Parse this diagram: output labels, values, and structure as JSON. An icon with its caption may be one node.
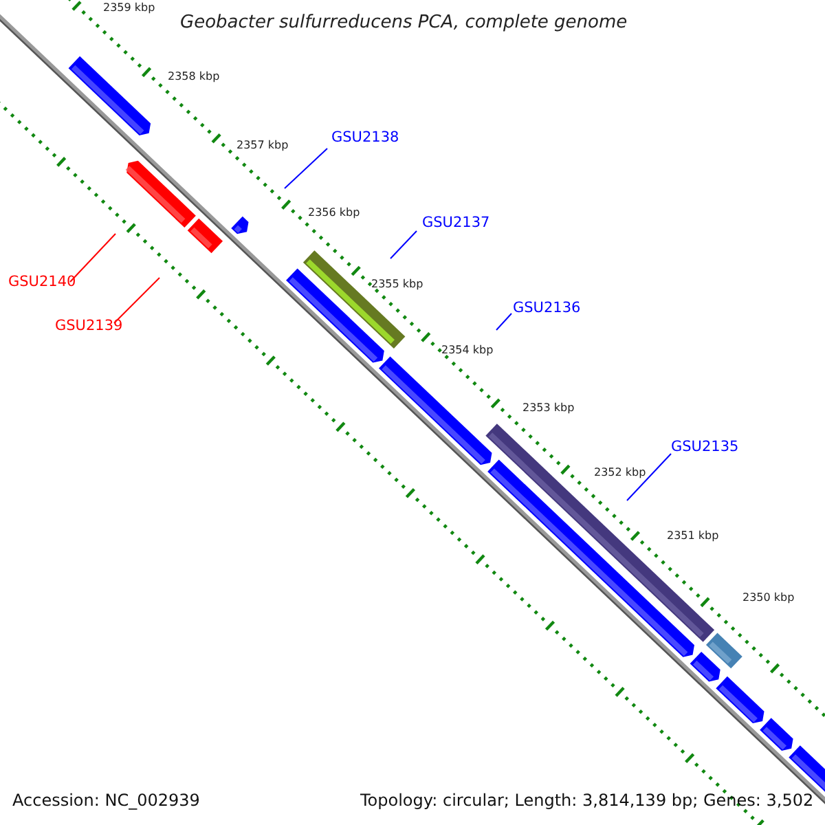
{
  "diagram": {
    "title": "Geobacter sulfurreducens PCA, complete genome",
    "nodes": [
      {
        "text": [
          "GSU2138"
        ]
      },
      {
        "text": [
          "GSU2137"
        ]
      },
      {
        "text": [
          "GSU2140"
        ]
      },
      {
        "text": [
          "GSU2136"
        ]
      },
      {
        "text": [
          "GSU2139"
        ]
      },
      {
        "text": [
          "GSU2135"
        ]
      }
    ],
    "edges": [
      {
        "from": 0,
        "to": null,
        "arrow": "none"
      },
      {
        "from": 1,
        "to": null,
        "arrow": "none"
      },
      {
        "from": 2,
        "to": null,
        "arrow": "none",
        "color": "#ff0000"
      },
      {
        "from": 3,
        "to": null,
        "arrow": "none"
      },
      {
        "from": 4,
        "to": null,
        "arrow": "none",
        "color": "#ff0000"
      },
      {
        "from": 5,
        "to": null,
        "arrow": "none"
      }
    ],
    "labels": [
      "2359 kbp",
      "2358 kbp",
      "2357 kbp",
      "2356 kbp",
      "2355 kbp",
      "2354 kbp",
      "2353 kbp",
      "2352 kbp",
      "2351 kbp",
      "2350 kbp",
      "Accession: NC_002939",
      "Topology: circular; Length: 3,814,139 bp; Genes: 3,502"
    ]
  }
}
